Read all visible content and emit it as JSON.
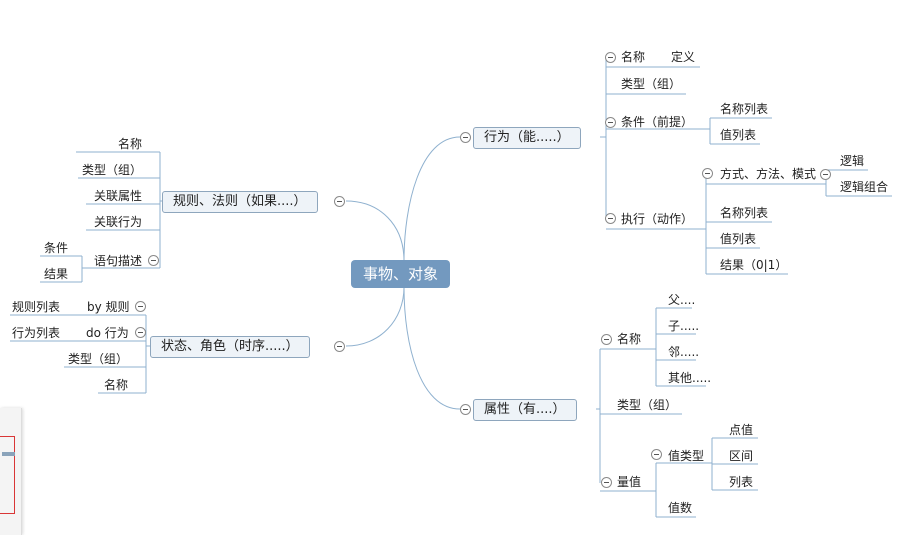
{
  "root": "事物、对象",
  "behavior": {
    "label": "行为（能.....）",
    "name": "名称",
    "name_def": "定义",
    "type": "类型（组）",
    "condition": "条件（前提）",
    "condition_name_list": "名称列表",
    "condition_value_list": "值列表",
    "exec": "执行（动作）",
    "exec_method": "方式、方法、模式",
    "exec_logic": "逻辑",
    "exec_logic_combo": "逻辑组合",
    "exec_name_list": "名称列表",
    "exec_value_list": "值列表",
    "exec_result": "结果（0|1）"
  },
  "attribute": {
    "label": "属性（有....）",
    "name": "名称",
    "parent": "父....",
    "child": "子.....",
    "neighbor": "邻.....",
    "other": "其他.....",
    "type": "类型（组）",
    "quantity": "量值",
    "value_type": "值类型",
    "point": "点值",
    "interval": "区间",
    "list": "列表",
    "value_count": "值数"
  },
  "rules": {
    "label": "规则、法则（如果....）",
    "name": "名称",
    "type": "类型（组）",
    "rel_attr": "关联属性",
    "rel_behavior": "关联行为",
    "statement": "语句描述",
    "stmt_condition": "条件",
    "stmt_result": "结果"
  },
  "state": {
    "label": "状态、角色（时序.....）",
    "by_rule": "by 规则",
    "rule_list": "规则列表",
    "do_behavior": "do 行为",
    "behavior_list": "行为列表",
    "type": "类型（组）",
    "name": "名称"
  },
  "colors": {
    "line": "#8fb1cf",
    "root_fill": "#7399bf",
    "main_fill": "#eef3f8"
  }
}
